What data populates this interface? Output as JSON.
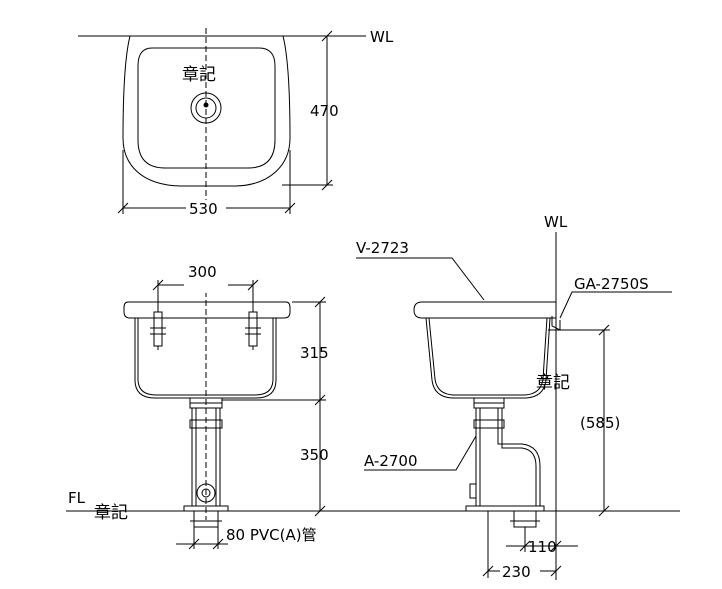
{
  "title_block": {},
  "plan_view": {
    "wall_label": "WL",
    "mark_label": "章記",
    "width_dim": "530",
    "depth_dim": "470"
  },
  "front_view": {
    "faucet_spacing_dim": "300",
    "basin_height_dim": "315",
    "pedestal_height_dim": "350",
    "floor_label": "FL",
    "mark_label": "章記",
    "drain_pipe_label": "80 PVC(A)管"
  },
  "side_view": {
    "wall_label": "WL",
    "basin_part_label": "V-2723",
    "bracket_part_label": "GA-2750S",
    "trap_part_label": "A-2700",
    "mark_label": "章記",
    "rim_height_dim": "(585)",
    "drain_offset_dim": "110",
    "wall_to_drain_dim": "230"
  }
}
